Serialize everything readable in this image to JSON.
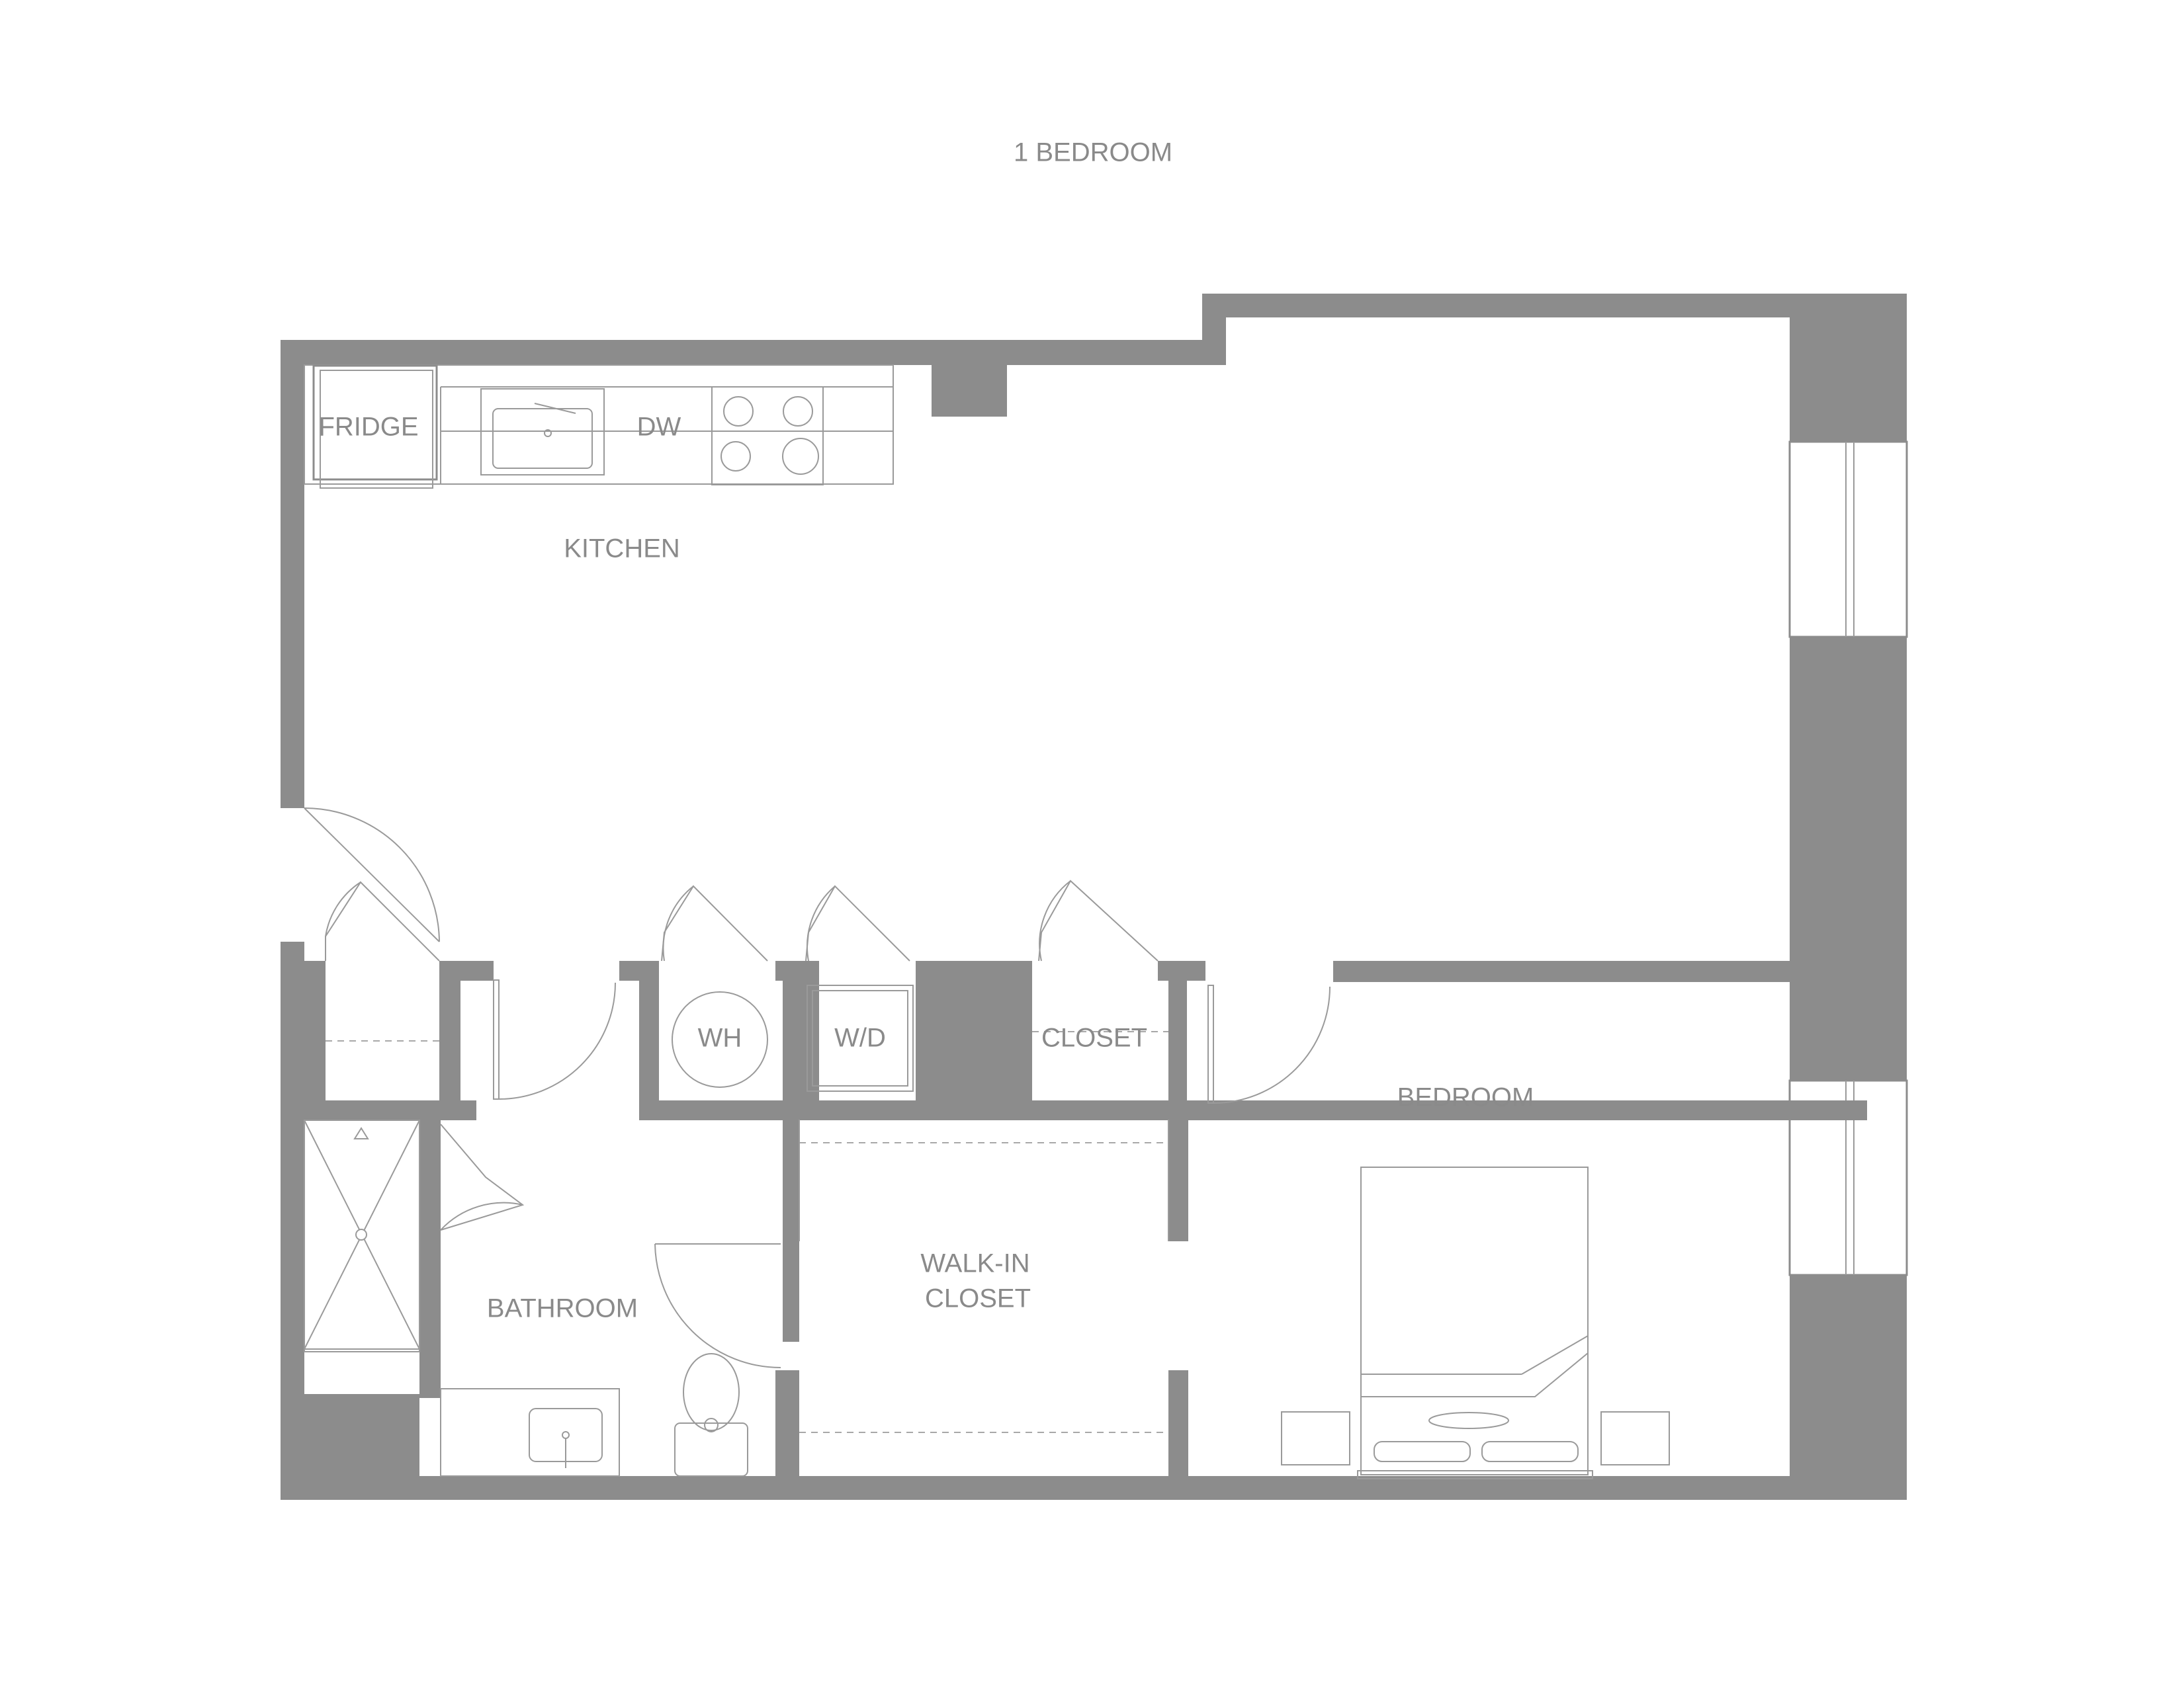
{
  "title": "1 BEDROOM",
  "labels": {
    "fridge": "FRIDGE",
    "dishwasher": "DW",
    "kitchen": "KITCHEN",
    "water_heater": "WH",
    "washer_dryer": "W/D",
    "closet": "CLOSET",
    "bedroom": "BEDROOM",
    "walk_in_closet_line1": "WALK-IN",
    "walk_in_closet_line2": "CLOSET",
    "bathroom": "BATHROOM"
  },
  "colors": {
    "wall": "#8c8c8c",
    "line": "#9a9a9a",
    "text": "#8a8a8a",
    "background": "#ffffff"
  }
}
